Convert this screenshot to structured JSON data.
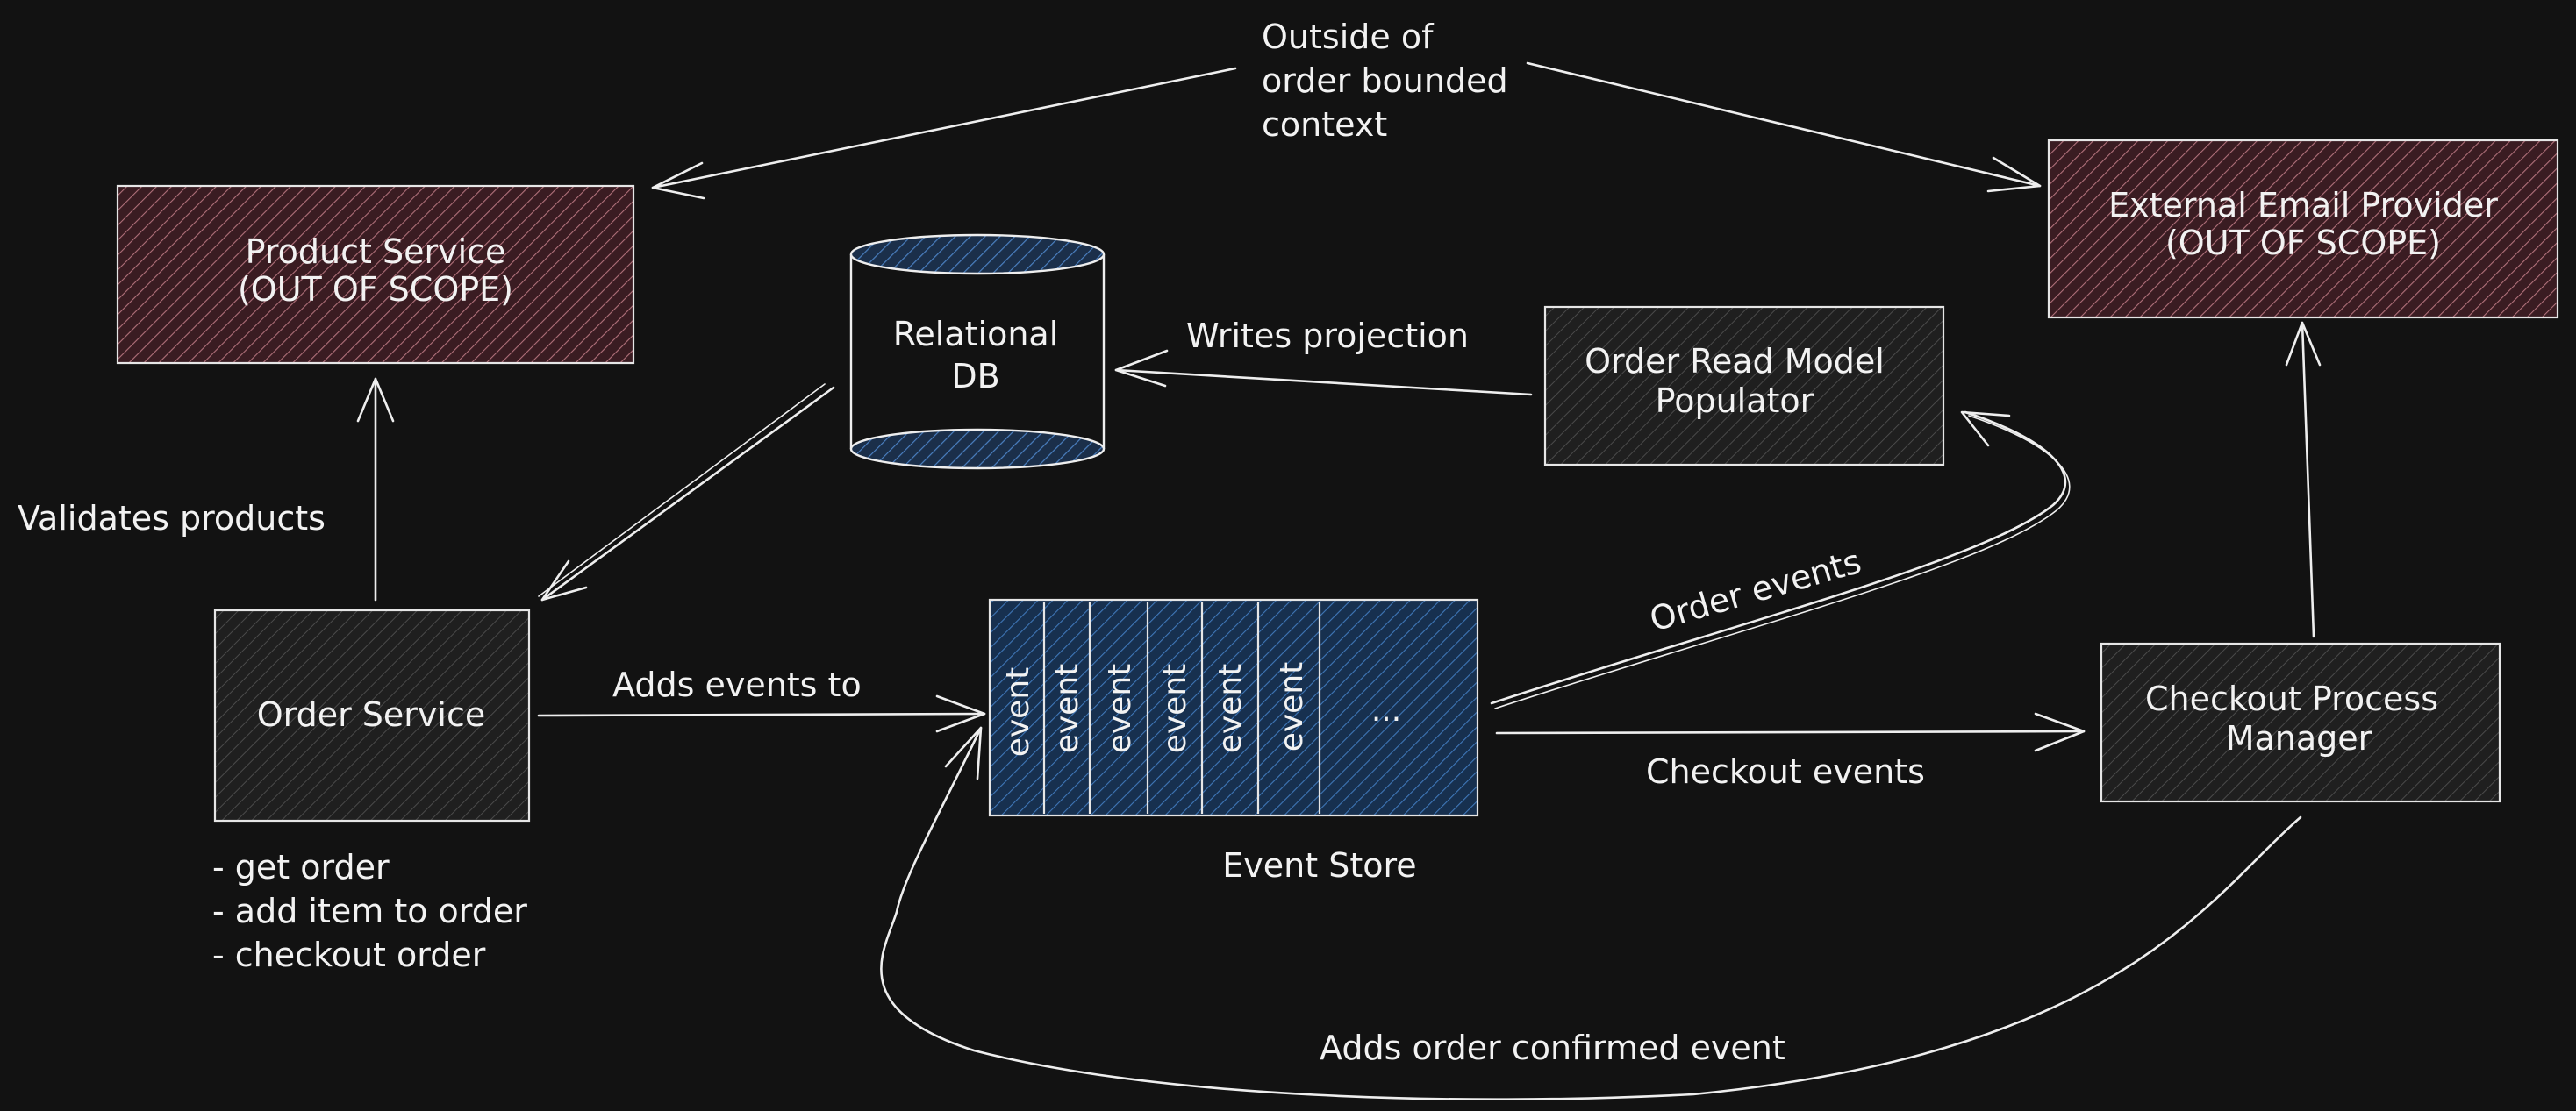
{
  "nodes": {
    "product_service": {
      "line1": "Product Service",
      "line2": "(OUT OF SCOPE)"
    },
    "external_email": {
      "line1": "External Email Provider",
      "line2": "(OUT OF SCOPE)"
    },
    "relational_db": {
      "line1": "Relational",
      "line2": "DB"
    },
    "read_model": {
      "line1": "Order Read Model",
      "line2": "Populator"
    },
    "order_service": {
      "label": "Order Service"
    },
    "event_store": {
      "cells": [
        "event",
        "event",
        "event",
        "event",
        "event",
        "event"
      ],
      "more": "...",
      "caption": "Event Store"
    },
    "checkout_pm": {
      "line1": "Checkout Process",
      "line2": "Manager"
    }
  },
  "edge_labels": {
    "outside_context": [
      "Outside of",
      "order bounded",
      "context"
    ],
    "validates_products": "Validates products",
    "writes_projection": "Writes projection",
    "adds_events_to": "Adds events to",
    "order_events": "Order events",
    "checkout_events": "Checkout events",
    "adds_order_confirmed": "Adds order confirmed event"
  },
  "order_service_operations": [
    "- get order",
    "- add item to order",
    "- checkout order"
  ],
  "colors": {
    "background": "#121212",
    "out_of_scope_fill": "#3a1c22",
    "out_of_scope_hatch": "#b0707a",
    "service_fill": "#1f1f1f",
    "service_hatch": "#4a4a4a",
    "db_fill": "#1b2f4a",
    "db_hatch": "#4a7fc0",
    "event_store_fill": "#17304f",
    "event_store_hatch": "#3f77b8",
    "stroke": "#eeeeee"
  }
}
